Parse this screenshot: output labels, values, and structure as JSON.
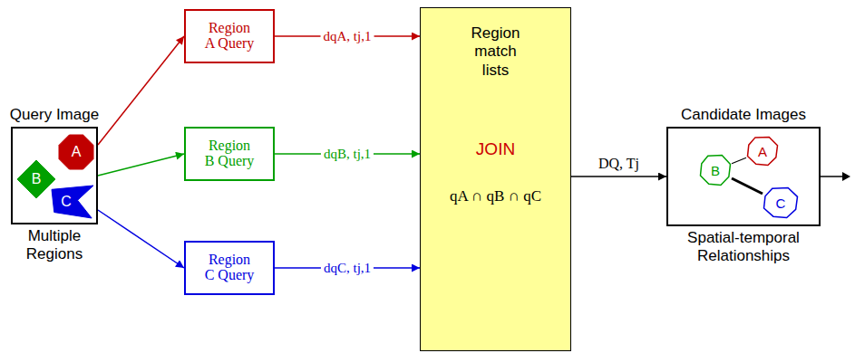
{
  "diagram": {
    "nodes": [
      {
        "text": [
          "Query Image",
          "Multiple Regions"
        ]
      },
      {
        "text": [
          "A"
        ],
        "in": 0
      },
      {
        "text": [
          "B"
        ],
        "in": 0
      },
      {
        "text": [
          "C"
        ],
        "in": 0
      },
      {
        "text": [
          "Region A Query"
        ]
      },
      {
        "text": [
          "Region B Query"
        ]
      },
      {
        "text": [
          "Region C Query"
        ]
      },
      {
        "text": [
          "Region match lists",
          "JOIN",
          "qA ∩ qB ∩ qC"
        ]
      },
      {
        "text": [
          "Candidate Images",
          "Spatial-temporal Relationships"
        ]
      },
      {
        "text": [
          "A"
        ],
        "in": 8
      },
      {
        "text": [
          "B"
        ],
        "in": 8
      },
      {
        "text": [
          "C"
        ],
        "in": 8
      }
    ],
    "edges": [
      {
        "from": 0,
        "to": 4,
        "arrow": "to"
      },
      {
        "from": 0,
        "to": 5,
        "arrow": "to"
      },
      {
        "from": 0,
        "to": 6,
        "arrow": "to"
      },
      {
        "from": 4,
        "to": 7,
        "label": "dqA, tj,1",
        "arrow": "to"
      },
      {
        "from": 5,
        "to": 7,
        "label": "dqB, tj,1",
        "arrow": "to"
      },
      {
        "from": 6,
        "to": 7,
        "label": "dqC, tj,1",
        "arrow": "to"
      },
      {
        "from": 7,
        "to": 8,
        "label": "DQ, Tj",
        "arrow": "to"
      },
      {
        "from": 10,
        "to": 9,
        "arrow": "none"
      },
      {
        "from": 10,
        "to": 11,
        "arrow": "none"
      }
    ]
  }
}
